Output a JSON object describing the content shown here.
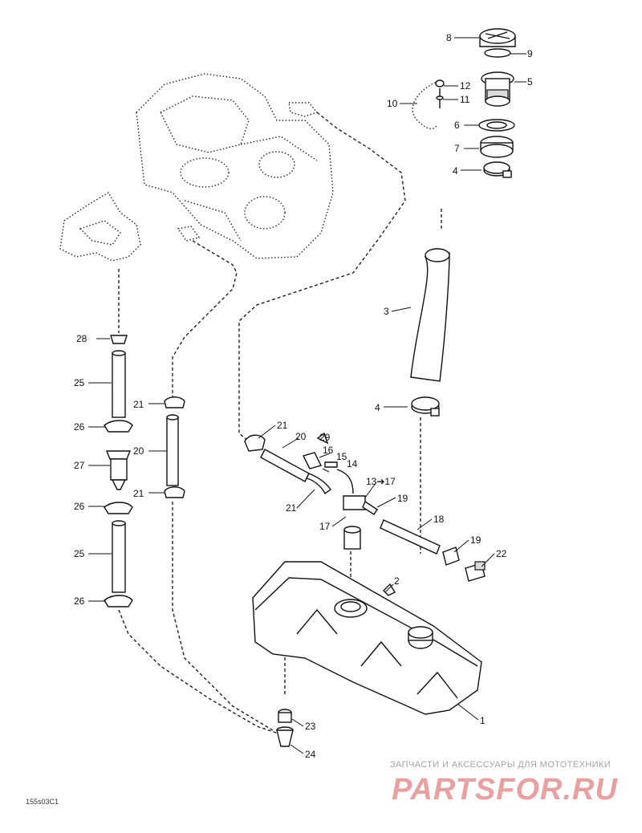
{
  "diagram": {
    "callouts": [
      "1",
      "2",
      "3",
      "4",
      "4",
      "5",
      "6",
      "7",
      "8",
      "9",
      "10",
      "11",
      "12",
      "13➔17",
      "14",
      "15",
      "16",
      "17",
      "18",
      "19",
      "19",
      "20",
      "20",
      "21",
      "21",
      "21",
      "21",
      "22",
      "23",
      "24",
      "25",
      "25",
      "26",
      "26",
      "26",
      "27",
      "28",
      "29"
    ],
    "drawing_code": "155s03C1"
  },
  "watermark": {
    "subtitle": "ЗАПЧАСТИ И АКСЕССУАРЫ ДЛЯ МОТОТЕХНИКИ",
    "brand": "PARTSFOR.RU",
    "brand_color": "#e8a0a0"
  }
}
